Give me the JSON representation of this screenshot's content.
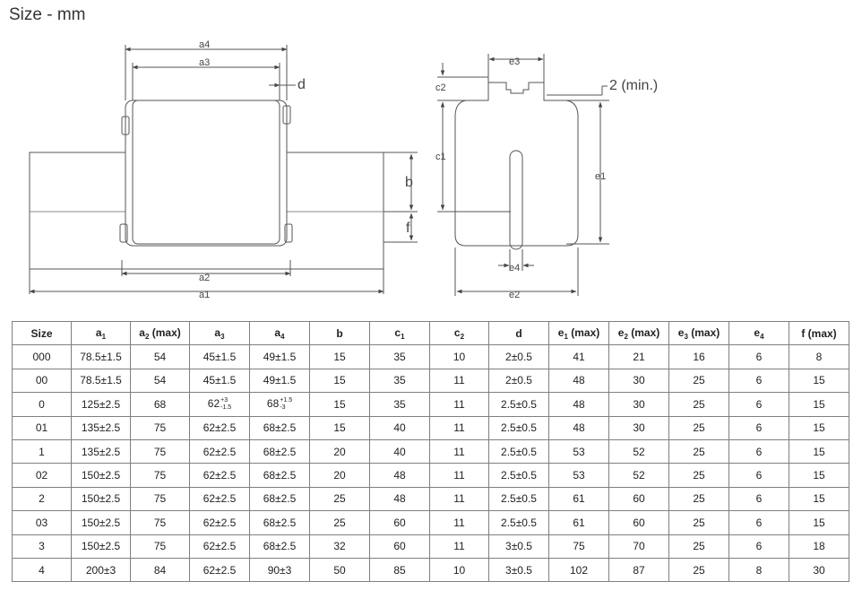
{
  "title": "Size - mm",
  "drawing_labels": {
    "a4": "a4",
    "a3": "a3",
    "a2": "a2",
    "a1": "a1",
    "d": "d",
    "b": "b",
    "f": "f",
    "e3": "e3",
    "c2": "c2",
    "c1": "c1",
    "e1": "e1",
    "e4": "e4",
    "e2": "e2",
    "min_note": "2 (min.)"
  },
  "table": {
    "headers": [
      {
        "n": "Size",
        "s": "",
        "suffix": ""
      },
      {
        "n": "a",
        "s": "1",
        "suffix": ""
      },
      {
        "n": "a",
        "s": "2",
        "suffix": " (max)"
      },
      {
        "n": "a",
        "s": "3",
        "suffix": ""
      },
      {
        "n": "a",
        "s": "4",
        "suffix": ""
      },
      {
        "n": "b",
        "s": "",
        "suffix": ""
      },
      {
        "n": "c",
        "s": "1",
        "suffix": ""
      },
      {
        "n": "c",
        "s": "2",
        "suffix": ""
      },
      {
        "n": "d",
        "s": "",
        "suffix": ""
      },
      {
        "n": "e",
        "s": "1",
        "suffix": " (max)"
      },
      {
        "n": "e",
        "s": "2",
        "suffix": " (max)"
      },
      {
        "n": "e",
        "s": "3",
        "suffix": " (max)"
      },
      {
        "n": "e",
        "s": "4",
        "suffix": ""
      },
      {
        "n": "f (max)",
        "s": "",
        "suffix": ""
      }
    ],
    "rows": [
      [
        "000",
        "78.5±1.5",
        "54",
        "45±1.5",
        "49±1.5",
        "15",
        "35",
        "10",
        "2±0.5",
        "41",
        "21",
        "16",
        "6",
        "8"
      ],
      [
        "00",
        "78.5±1.5",
        "54",
        "45±1.5",
        "49±1.5",
        "15",
        "35",
        "11",
        "2±0.5",
        "48",
        "30",
        "25",
        "6",
        "15"
      ],
      [
        "0",
        "125±2.5",
        "68",
        {
          "base": "62",
          "up": "+3",
          "down": "-1.5"
        },
        {
          "base": "68",
          "up": "+1.5",
          "down": "-3"
        },
        "15",
        "35",
        "11",
        "2.5±0.5",
        "48",
        "30",
        "25",
        "6",
        "15"
      ],
      [
        "01",
        "135±2.5",
        "75",
        "62±2.5",
        "68±2.5",
        "15",
        "40",
        "11",
        "2.5±0.5",
        "48",
        "30",
        "25",
        "6",
        "15"
      ],
      [
        "1",
        "135±2.5",
        "75",
        "62±2.5",
        "68±2.5",
        "20",
        "40",
        "11",
        "2.5±0.5",
        "53",
        "52",
        "25",
        "6",
        "15"
      ],
      [
        "02",
        "150±2.5",
        "75",
        "62±2.5",
        "68±2.5",
        "20",
        "48",
        "11",
        "2.5±0.5",
        "53",
        "52",
        "25",
        "6",
        "15"
      ],
      [
        "2",
        "150±2.5",
        "75",
        "62±2.5",
        "68±2.5",
        "25",
        "48",
        "11",
        "2.5±0.5",
        "61",
        "60",
        "25",
        "6",
        "15"
      ],
      [
        "03",
        "150±2.5",
        "75",
        "62±2.5",
        "68±2.5",
        "25",
        "60",
        "11",
        "2.5±0.5",
        "61",
        "60",
        "25",
        "6",
        "15"
      ],
      [
        "3",
        "150±2.5",
        "75",
        "62±2.5",
        "68±2.5",
        "32",
        "60",
        "11",
        "3±0.5",
        "75",
        "70",
        "25",
        "6",
        "18"
      ],
      [
        "4",
        "200±3",
        "84",
        "62±2.5",
        "90±3",
        "50",
        "85",
        "10",
        "3±0.5",
        "102",
        "87",
        "25",
        "8",
        "30"
      ]
    ]
  }
}
